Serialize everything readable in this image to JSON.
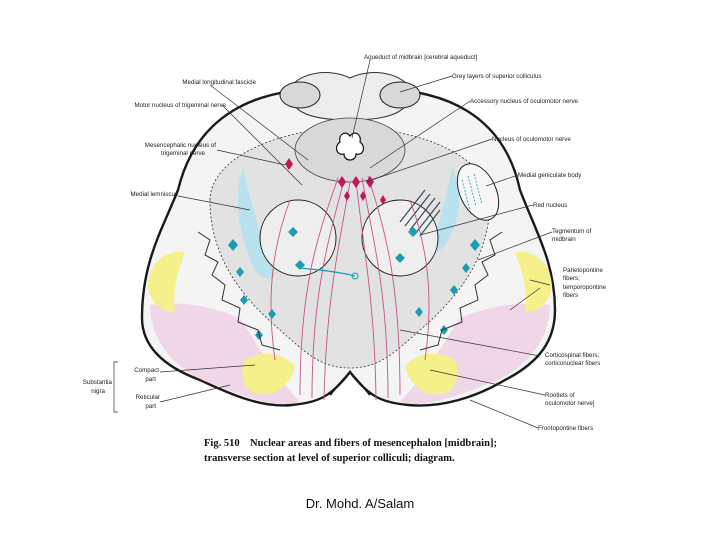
{
  "labels_right": [
    "Aqueduct of midbrain [cerebral aqueduct]",
    "Grey layers of superior colliculus",
    "Accessory nucleus of oculomotor nerve",
    "Nucleus of oculomotor nerve",
    "Medial geniculate body",
    "Red nucleus",
    "Tegmentum of",
    "midbrain",
    "Parietopontine",
    "fibers;",
    "temporopontine",
    "fibers",
    "Corticospinal fibers;",
    "corticonuclear fibers",
    "Rootlets of",
    "oculomotor nerve]",
    "Frontopontine fibers"
  ],
  "labels_left": [
    "Medial longitudinal fascicle",
    "Motor nucleus of trigeminal nerve",
    "Mesencephalic nucleus of",
    "trigeminal nerve",
    "Medial lemniscus",
    "Compact",
    "part",
    "Substantia",
    "nigra",
    "Reticular",
    "part"
  ],
  "caption": {
    "fig_number": "Fig. 510",
    "line1": "Nuclear areas and fibers of mesencephalon [midbrain];",
    "line2": "transverse section at level of superior colliculi; diagram."
  },
  "footer": "Dr. Mohd. A/Salam",
  "colors": {
    "outline": "#1a1a1a",
    "nuclei": "#1d9bb5",
    "fibers": "#c2558a",
    "oculomotor": "#c0185a",
    "substantia_nigra_compact": "#f4f08a",
    "pontine_fibers": "#f0d4e6",
    "medial_lemniscus": "#b9e2ee",
    "tegmentum": "#dcdcdc"
  }
}
